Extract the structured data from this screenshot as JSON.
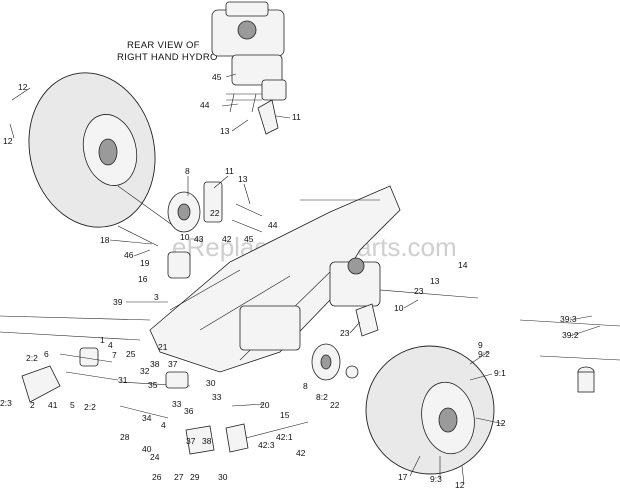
{
  "diagram": {
    "title_lines": [
      "REAR VIEW OF",
      "RIGHT HAND HYDRO"
    ],
    "watermark": "eReplacementParts.com",
    "callouts": [
      {
        "id": "c1",
        "text": "12"
      },
      {
        "id": "c2",
        "text": "12"
      },
      {
        "id": "c3",
        "text": "45"
      },
      {
        "id": "c4",
        "text": "44"
      },
      {
        "id": "c5",
        "text": "13"
      },
      {
        "id": "c6",
        "text": "11"
      },
      {
        "id": "c7",
        "text": "8"
      },
      {
        "id": "c8",
        "text": "11"
      },
      {
        "id": "c9",
        "text": "13"
      },
      {
        "id": "c10",
        "text": "22"
      },
      {
        "id": "c11",
        "text": "44"
      },
      {
        "id": "c12",
        "text": "18"
      },
      {
        "id": "c13",
        "text": "46"
      },
      {
        "id": "c14",
        "text": "19"
      },
      {
        "id": "c15",
        "text": "10"
      },
      {
        "id": "c16",
        "text": "43"
      },
      {
        "id": "c17",
        "text": "42"
      },
      {
        "id": "c18",
        "text": "45"
      },
      {
        "id": "c19",
        "text": "16"
      },
      {
        "id": "c20",
        "text": "14"
      },
      {
        "id": "c21",
        "text": "13"
      },
      {
        "id": "c22",
        "text": "23"
      },
      {
        "id": "c23",
        "text": "3"
      },
      {
        "id": "c24",
        "text": "39"
      },
      {
        "id": "c25",
        "text": "23"
      },
      {
        "id": "c26",
        "text": "10"
      },
      {
        "id": "c27",
        "text": "39:3"
      },
      {
        "id": "c28",
        "text": "39:2"
      },
      {
        "id": "c29",
        "text": "1"
      },
      {
        "id": "c30",
        "text": "4"
      },
      {
        "id": "c31",
        "text": "2:2"
      },
      {
        "id": "c32",
        "text": "6"
      },
      {
        "id": "c33",
        "text": "7"
      },
      {
        "id": "c34",
        "text": "25"
      },
      {
        "id": "c35",
        "text": "21"
      },
      {
        "id": "c36",
        "text": "38"
      },
      {
        "id": "c37",
        "text": "37"
      },
      {
        "id": "c38",
        "text": "32"
      },
      {
        "id": "c39",
        "text": "31"
      },
      {
        "id": "c40",
        "text": "35"
      },
      {
        "id": "c41",
        "text": "30"
      },
      {
        "id": "c42",
        "text": "9"
      },
      {
        "id": "c43",
        "text": "9:2"
      },
      {
        "id": "c44",
        "text": "9:1"
      },
      {
        "id": "c45",
        "text": "2:3"
      },
      {
        "id": "c46",
        "text": "2"
      },
      {
        "id": "c47",
        "text": "41"
      },
      {
        "id": "c48",
        "text": "5"
      },
      {
        "id": "c49",
        "text": "2:2"
      },
      {
        "id": "c50",
        "text": "33"
      },
      {
        "id": "c51",
        "text": "36"
      },
      {
        "id": "c52",
        "text": "34"
      },
      {
        "id": "c53",
        "text": "8"
      },
      {
        "id": "c54",
        "text": "8:2"
      },
      {
        "id": "c55",
        "text": "22"
      },
      {
        "id": "c56",
        "text": "33"
      },
      {
        "id": "c57",
        "text": "20"
      },
      {
        "id": "c58",
        "text": "15"
      },
      {
        "id": "c59",
        "text": "28"
      },
      {
        "id": "c60",
        "text": "4"
      },
      {
        "id": "c61",
        "text": "40"
      },
      {
        "id": "c62",
        "text": "24"
      },
      {
        "id": "c63",
        "text": "37"
      },
      {
        "id": "c64",
        "text": "38"
      },
      {
        "id": "c65",
        "text": "42:1"
      },
      {
        "id": "c66",
        "text": "42:3"
      },
      {
        "id": "c67",
        "text": "42"
      },
      {
        "id": "c68",
        "text": "26"
      },
      {
        "id": "c69",
        "text": "27"
      },
      {
        "id": "c70",
        "text": "29"
      },
      {
        "id": "c71",
        "text": "30"
      },
      {
        "id": "c72",
        "text": "12"
      },
      {
        "id": "c73",
        "text": "17"
      },
      {
        "id": "c74",
        "text": "9:3"
      },
      {
        "id": "c75",
        "text": "12"
      }
    ]
  }
}
